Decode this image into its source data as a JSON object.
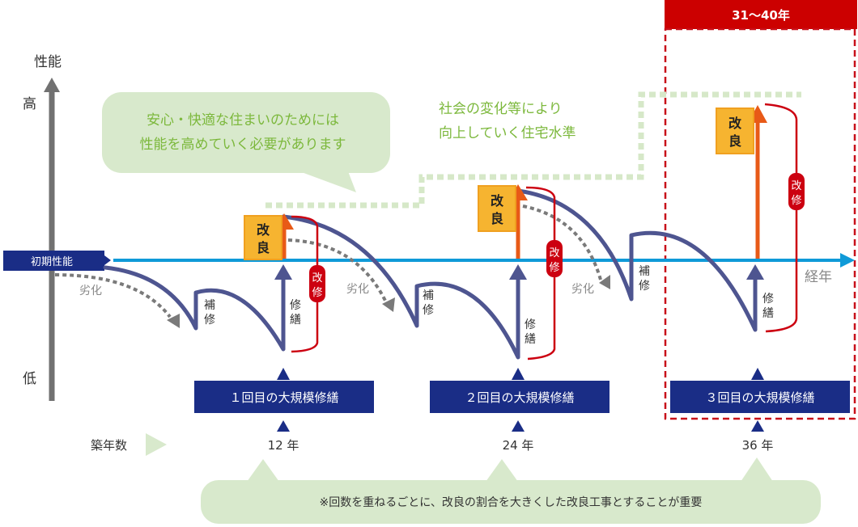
{
  "axis": {
    "y_title": "性能",
    "y_high": "高",
    "y_low": "低",
    "x_title": "経年",
    "initial_performance": "初期性能"
  },
  "bubbles": {
    "top_left": [
      "安心・快適な住まいのためには",
      "性能を高めていく必要があります"
    ],
    "society": [
      "社会の変化等により",
      "向上していく住宅水準"
    ],
    "bottom": "※回数を重ねるごとに、改良の割合を大きくした改良工事とすることが重要"
  },
  "period_highlight": {
    "label": "31〜40年",
    "color": "#cc0000"
  },
  "labels": {
    "deterioration": "劣化",
    "patch_repair": [
      "補",
      "修"
    ],
    "repair": [
      "修",
      "繕"
    ],
    "improvement": [
      "改",
      "良"
    ],
    "renovation": [
      "改",
      "修"
    ],
    "building_age": "築年数"
  },
  "milestones": [
    {
      "title": "１回目の大規模修繕",
      "age": "12 年"
    },
    {
      "title": "２回目の大規模修繕",
      "age": "24 年"
    },
    {
      "title": "３回目の大規模修繕",
      "age": "36 年"
    }
  ],
  "colors": {
    "navy": "#1a2d86",
    "curve": "#4e5590",
    "timeline": "#0f9ad8",
    "improve_arrow": "#e85a17",
    "improve_box": "#f6b430",
    "bubble_green": "#d8e9cc",
    "green_text": "#7cb83c",
    "axis_gray": "#717171",
    "red": "#cc0010"
  }
}
